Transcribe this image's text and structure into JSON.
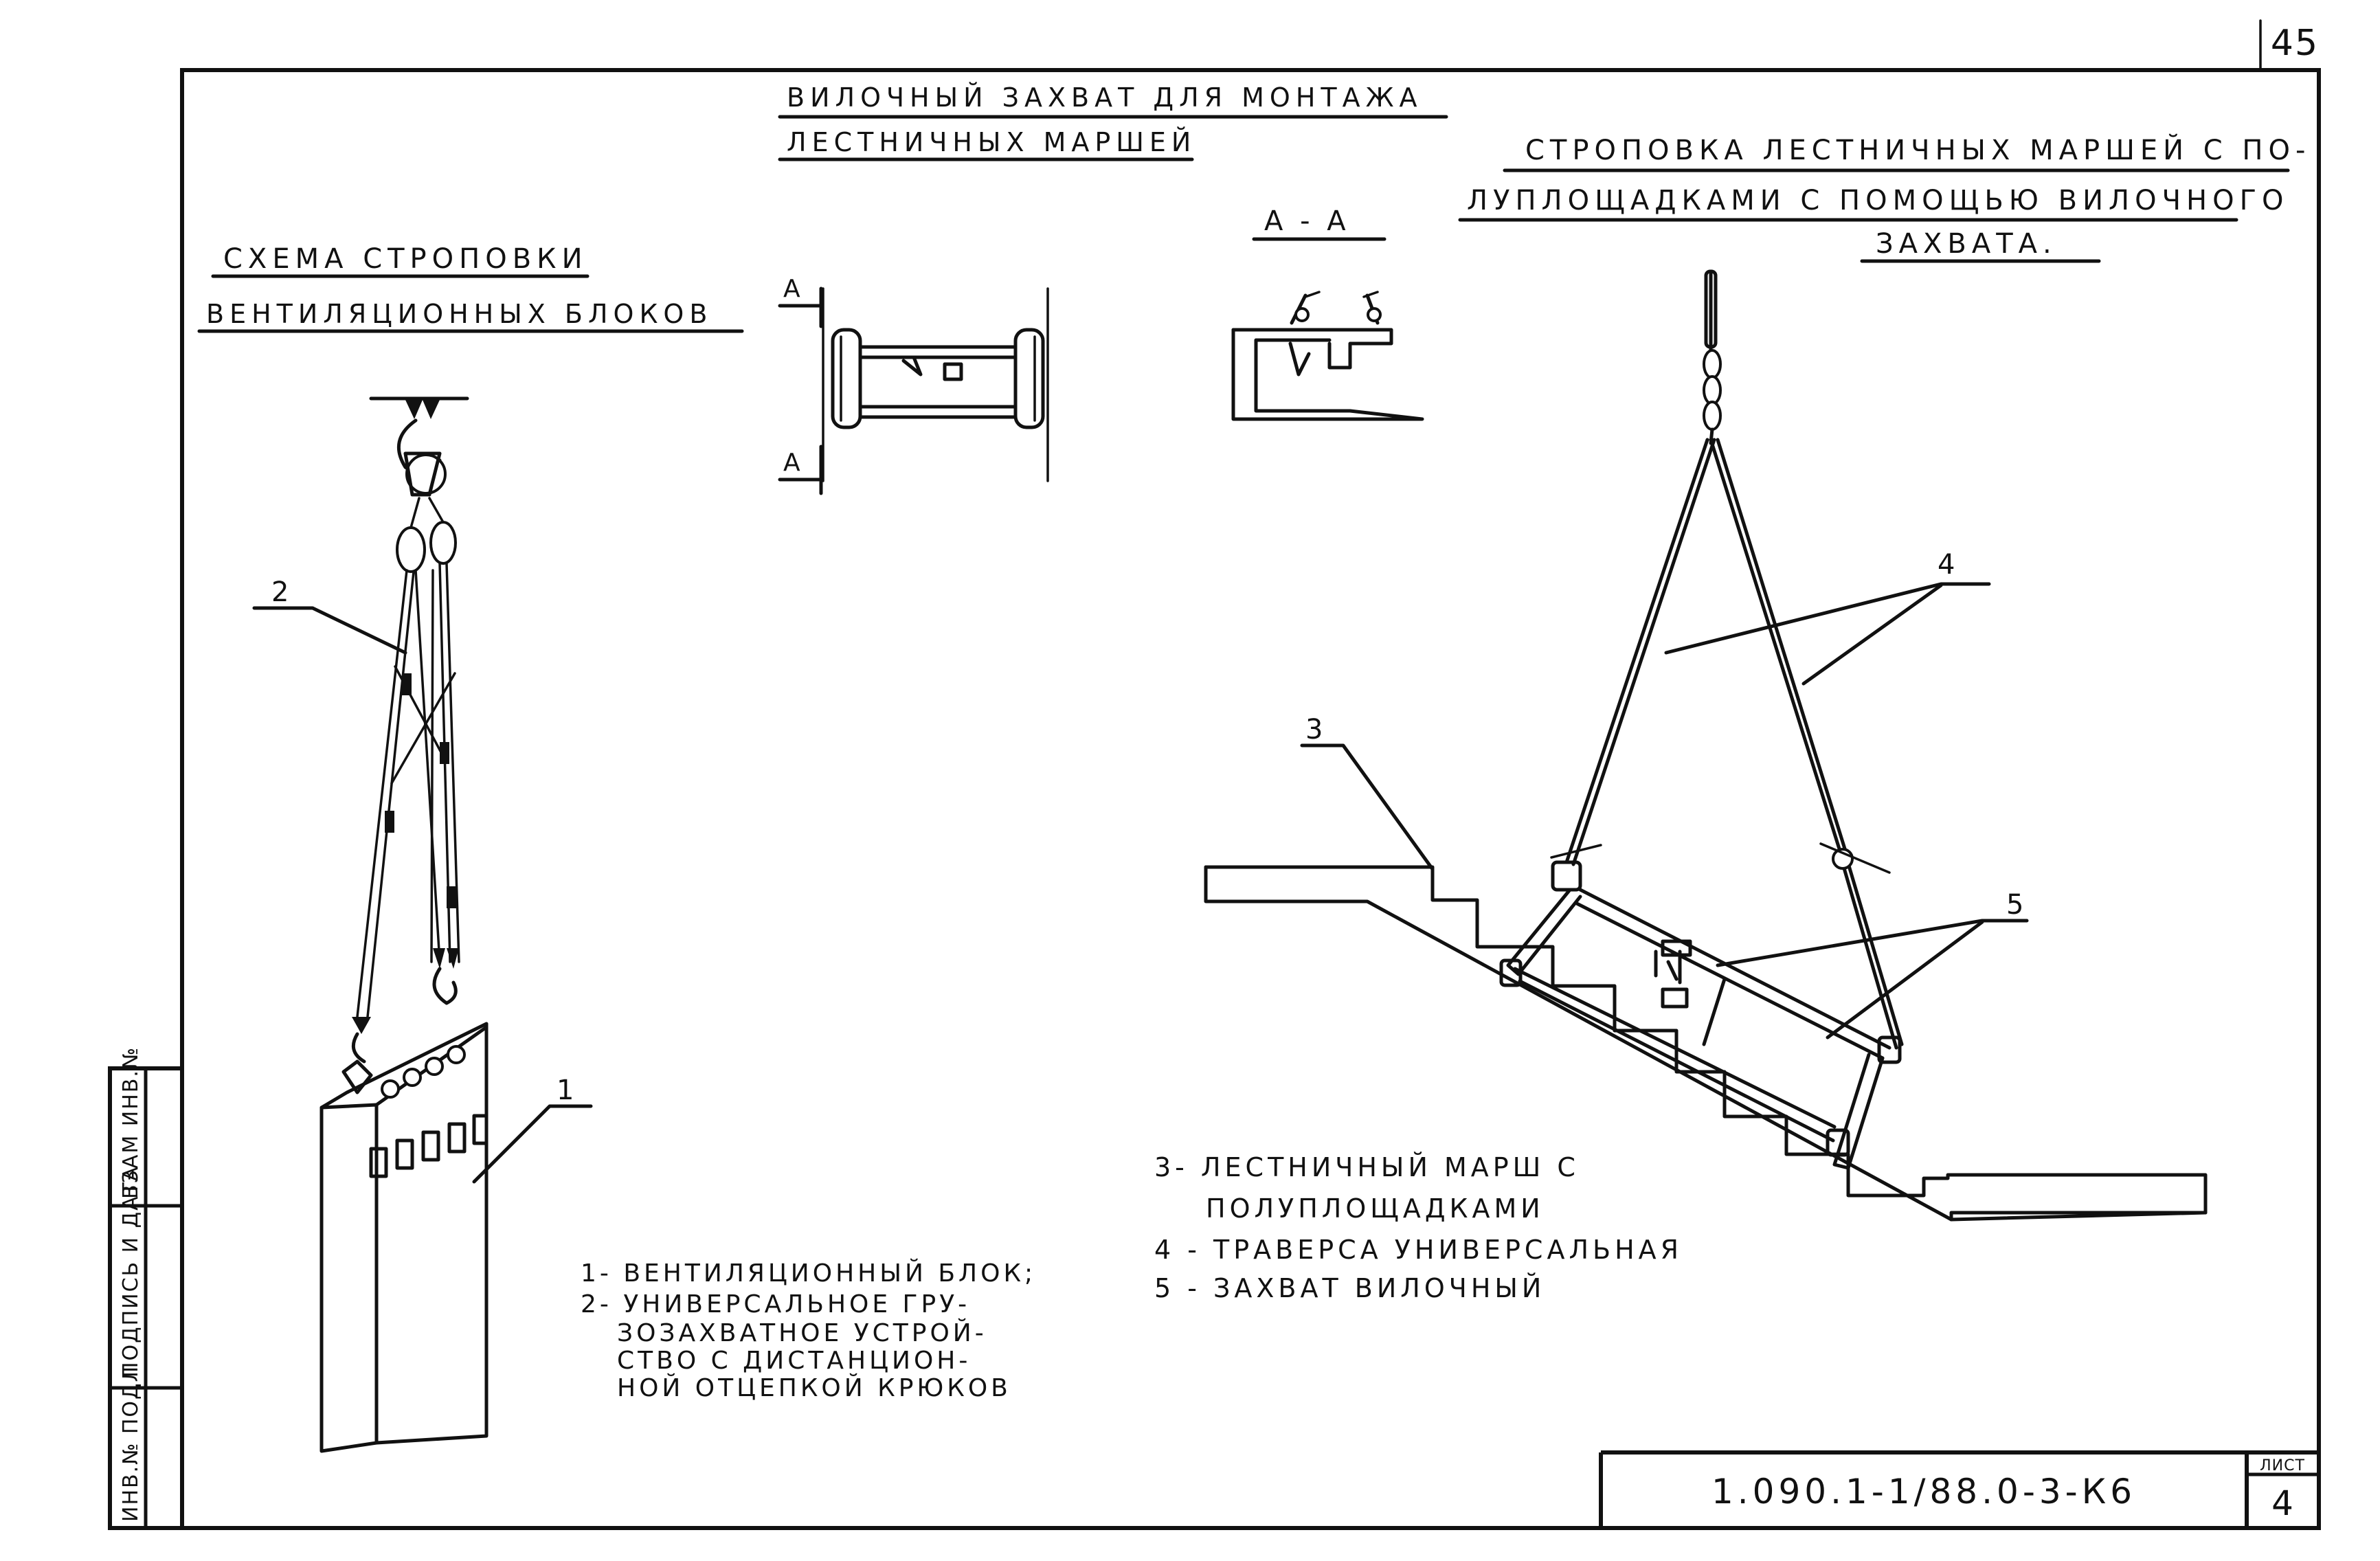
{
  "sheet": {
    "page_number": "45",
    "sheet_label": "ЛИСТ",
    "sheet_number": "4",
    "drawing_code": "1.090.1-1/88.0-3-К6"
  },
  "side_stamp": {
    "col1": "ИНВ.№ ПОДЛ",
    "col2": "ПОДПИСЬ И ДАТА",
    "col3": "ВЗАМ ИНВ.№"
  },
  "fork": {
    "title_line1": "ВИЛОЧНЫЙ ЗАХВАТ ДЛЯ МОНТАЖА",
    "title_line2": "ЛЕСТНИЧНЫХ МАРШЕЙ",
    "section_title": "А - А",
    "cut_mark_top": "А",
    "cut_mark_bottom": "А"
  },
  "vent": {
    "title_line1": "СХЕМА СТРОПОВКИ",
    "title_line2": "ВЕНТИЛЯЦИОННЫХ БЛОКОВ",
    "callout_1": "1",
    "callout_2": "2",
    "legend": [
      "1- ВЕНТИЛЯЦИОННЫЙ БЛОК;",
      "2- УНИВЕРСАЛЬНОЕ ГРУ-",
      "ЗОЗАХВАТНОЕ УСТРОЙ-",
      "СТВО С ДИСТАНЦИОН-",
      "НОЙ ОТЦЕПКОЙ КРЮКОВ"
    ]
  },
  "stair": {
    "title_line1": "СТРОПОВКА ЛЕСТНИЧНЫХ МАРШЕЙ С ПО-",
    "title_line2": "ЛУПЛОЩАДКАМИ С ПОМОЩЬЮ ВИЛОЧНОГО",
    "title_line3": "ЗАХВАТА.",
    "callout_3": "3",
    "callout_4": "4",
    "callout_5": "5",
    "legend": [
      "3- ЛЕСТНИЧНЫЙ МАРШ С",
      "ПОЛУПЛОЩАДКАМИ",
      "4 - ТРАВЕРСА УНИВЕРСАЛЬНАЯ",
      "5 - ЗАХВАТ ВИЛОЧНЫЙ"
    ]
  }
}
